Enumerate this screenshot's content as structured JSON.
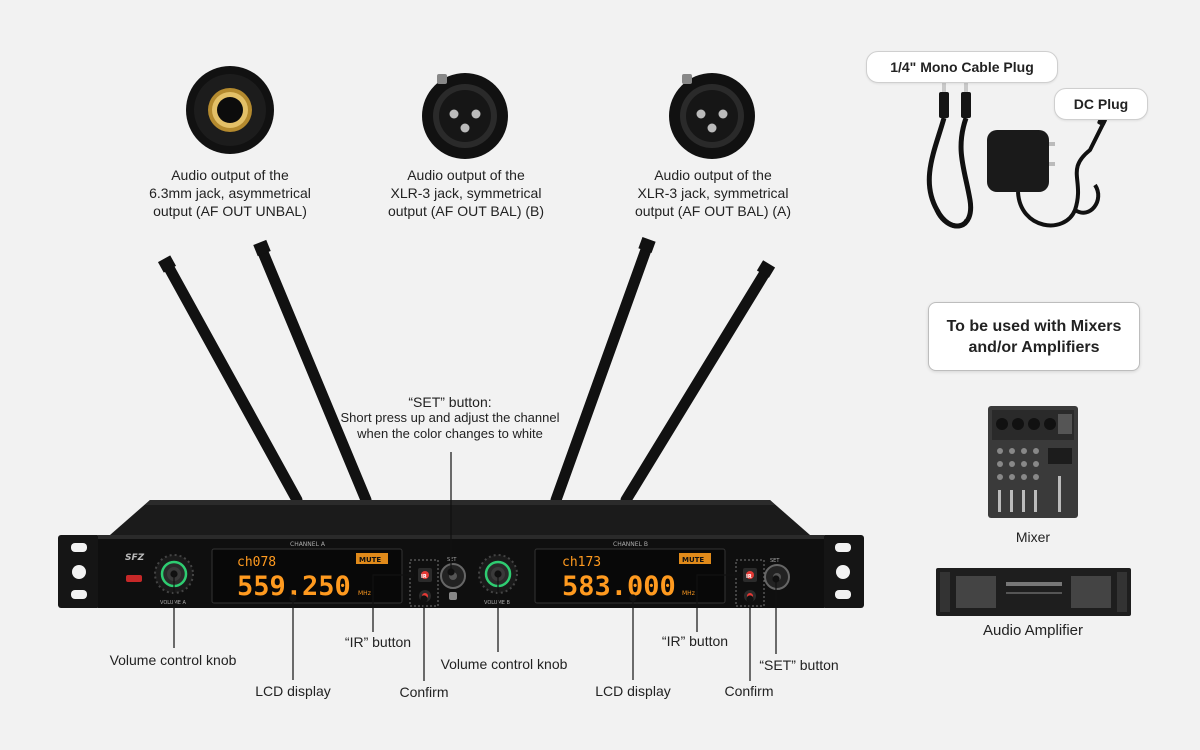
{
  "connectors": {
    "jack": {
      "caption": [
        "Audio output of the",
        "6.3mm jack, asymmetrical",
        "output (AF OUT UNBAL)"
      ]
    },
    "xlr_b": {
      "caption": [
        "Audio output of the",
        "XLR-3 jack, symmetrical",
        "output (AF OUT BAL) (B)"
      ]
    },
    "xlr_a": {
      "caption": [
        "Audio output of the",
        "XLR-3 jack, symmetrical",
        "output (AF OUT BAL) (A)"
      ]
    }
  },
  "accessories": {
    "mono_plug": "1/4\" Mono Cable Plug",
    "dc_plug": "DC Plug"
  },
  "usage_box": [
    "To be used with Mixers",
    "and/or Amplifiers"
  ],
  "devices": {
    "mixer": "Mixer",
    "amplifier": "Audio Amplifier"
  },
  "set_callout": {
    "title": "“SET” button:",
    "line1": "Short press up and adjust the channel",
    "line2": "when the color changes to white"
  },
  "panel": {
    "brand": "SFZ",
    "channel_a_label": "CHANNEL A",
    "channel_b_label": "CHANNEL B",
    "lcd_a": {
      "ch": "ch078",
      "freq": "559.250",
      "unit": "MHz",
      "mute": "MUTE"
    },
    "lcd_b": {
      "ch": "ch173",
      "freq": "583.000",
      "unit": "MHz",
      "mute": "MUTE"
    },
    "volume_a": "VOLUME A",
    "volume_b": "VOLUME B",
    "ir": "IR",
    "set": "SET"
  },
  "labels": {
    "volume_a": "Volume control knob",
    "lcd_a": "LCD display",
    "ir_a": "“IR” button",
    "confirm_a": "Confirm",
    "volume_b": "Volume control knob",
    "lcd_b": "LCD display",
    "ir_b": "“IR” button",
    "confirm_b": "Confirm",
    "set_b": "“SET” button"
  },
  "colors": {
    "lcd_orange": "#ff9a1f",
    "mute_bg": "#e08a1a",
    "knob_ring": "#2ecc71",
    "ir_red": "#e53935"
  }
}
